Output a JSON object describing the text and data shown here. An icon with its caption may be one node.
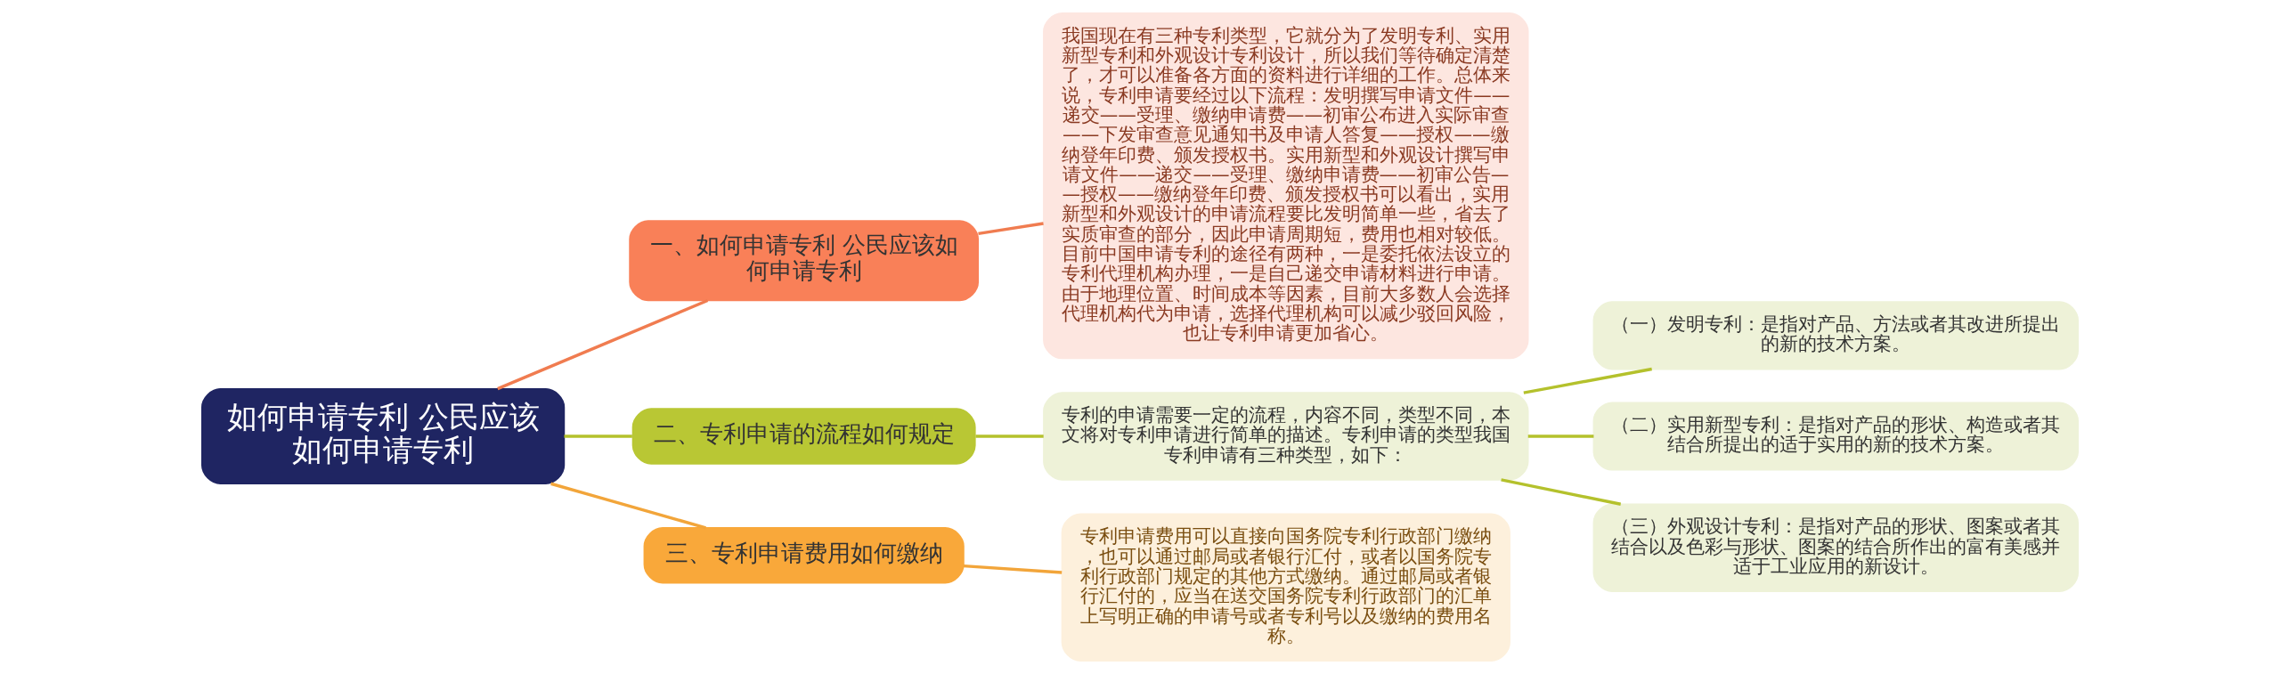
{
  "diagram": {
    "nodes": [
      {
        "text": [
          "如何申请专利 公民应该如何申请专利"
        ]
      },
      {
        "text": [
          "一、如何申请专利 公民应该如何申请专利"
        ]
      },
      {
        "text": [
          "我国现在有三种专利类型，它就分为了发明专利、实用新型专利和外观设计专利设计，所以我们等待确定清楚了，才可以准备各方面的资料进行详细的工作。总体来说，专利申请要经过以下流程：发明撰写申请文件——递交——受理、缴纳申请费——初审公布进入实际审查——下发审查意见通知书及申请人答复——授权——缴纳登年印费、颁发授权书。实用新型和外观设计撰写申请文件——递交——受理、缴纳申请费——初审公告——授权——缴纳登年印费、颁发授权书可以看出，实用新型和外观设计的申请流程要比发明简单一些，省去了实质审查的部分，因此申请周期短，费用也相对较低。目前中国申请专利的途径有两种，一是委托依法设立的专利代理机构办理，一是自己递交申请材料进行申请。由于地理位置、时间成本等因素，目前大多数人会选择代理机构代为申请，选择代理机构可以减少驳回风险，也让专利申请更加省心。"
        ]
      },
      {
        "text": [
          "二、专利申请的流程如何规定"
        ]
      },
      {
        "text": [
          "专利的申请需要一定的流程，内容不同，类型不同，本文将对专利申请进行简单的描述。专利申请的类型我国专利申请有三种类型，如下："
        ]
      },
      {
        "text": [
          "（一）发明专利：是指对产品、方法或者其改进所提出的新的技术方案。"
        ]
      },
      {
        "text": [
          "（二）实用新型专利：是指对产品的形状、构造或者其结合所提出的适于实用的新的技术方案。"
        ]
      },
      {
        "text": [
          "（三）外观设计专利：是指对产品的形状、图案或者其结合以及色彩与形状、图案的结合所作出的富有美感并适于工业应用的新设计。"
        ]
      },
      {
        "text": [
          "三、专利申请费用如何缴纳"
        ]
      },
      {
        "text": [
          "专利申请费用可以直接向国务院专利行政部门缴纳，也可以通过邮局或者银行汇付，或者以国务院专利行政部门规定的其他方式缴纳。通过邮局或者银行汇付的，应当在送交国务院专利行政部门的汇单上写明正确的申请号或者专利号以及缴纳的费用名称。"
        ]
      }
    ],
    "edges": [
      {
        "from": 0,
        "to": 1,
        "arrow": "none",
        "color": "#f07c50"
      },
      {
        "from": 1,
        "to": 2,
        "arrow": "none",
        "color": "#f07c50"
      },
      {
        "from": 0,
        "to": 3,
        "arrow": "none",
        "color": "#b4c12c"
      },
      {
        "from": 3,
        "to": 4,
        "arrow": "none",
        "color": "#b4c12c"
      },
      {
        "from": 4,
        "to": 5,
        "arrow": "none",
        "color": "#b4c12c"
      },
      {
        "from": 4,
        "to": 6,
        "arrow": "none",
        "color": "#b4c12c"
      },
      {
        "from": 4,
        "to": 7,
        "arrow": "none",
        "color": "#b4c12c"
      },
      {
        "from": 0,
        "to": 8,
        "arrow": "none",
        "color": "#f2a53a"
      },
      {
        "from": 8,
        "to": 9,
        "arrow": "none",
        "color": "#f2a53a"
      }
    ]
  }
}
